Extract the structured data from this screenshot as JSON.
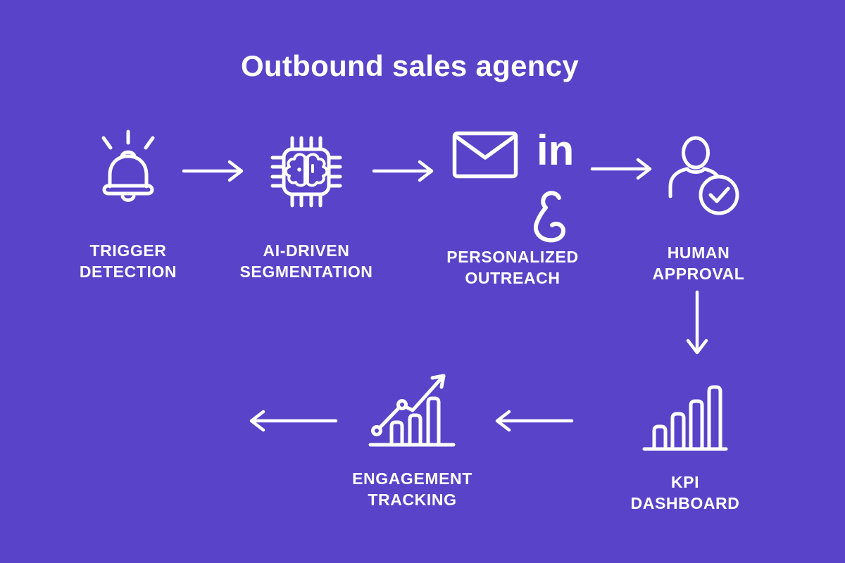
{
  "title": "Outbound sales agency",
  "colors": {
    "background": "#5843c9",
    "foreground": "#ffffff"
  },
  "steps": [
    {
      "name": "trigger-detection",
      "label": [
        "TRIGGER",
        "DETECTION"
      ],
      "icon": "alarm-bell-icon"
    },
    {
      "name": "ai-driven-segmentation",
      "label": [
        "AI-DRIVEN",
        "SEGMENTATION"
      ],
      "icon": "ai-chip-brain-icon"
    },
    {
      "name": "personalized-outreach",
      "label": [
        "PERSONALIZED",
        "OUTREACH"
      ],
      "icons": [
        "email-envelope-icon",
        "linkedin-icon",
        "phone-icon"
      ],
      "linkedin_text": "in"
    },
    {
      "name": "human-approval",
      "label": [
        "HUMAN",
        "APPROVAL"
      ],
      "icon": "person-check-icon"
    },
    {
      "name": "kpi-dashboard",
      "label": [
        "KPI",
        "DASHBOARD"
      ],
      "icon": "bar-chart-icon"
    },
    {
      "name": "engagement-tracking",
      "label": [
        "ENGAGEMENT",
        "TRACKING"
      ],
      "icon": "trend-line-chart-icon"
    }
  ],
  "connectors": [
    {
      "from": "trigger-detection",
      "to": "ai-driven-segmentation",
      "direction": "right"
    },
    {
      "from": "ai-driven-segmentation",
      "to": "personalized-outreach",
      "direction": "right"
    },
    {
      "from": "personalized-outreach",
      "to": "human-approval",
      "direction": "right"
    },
    {
      "from": "human-approval",
      "to": "kpi-dashboard",
      "direction": "down"
    },
    {
      "from": "kpi-dashboard",
      "to": "engagement-tracking",
      "direction": "left"
    },
    {
      "from": "engagement-tracking",
      "to": "loop-start",
      "direction": "left"
    }
  ]
}
